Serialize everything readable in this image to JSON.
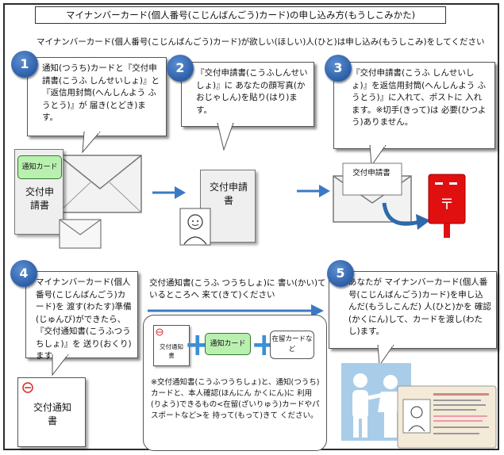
{
  "title": "マイナンバーカード(個人番号(こじんばんごう)カード)の申し込み方(もうしこみかた)",
  "intro": "マイナンバーカード(個人番号(こじんばんごう)カード)が欲しい(ほしい)人(ひと)は申し込み(もうしこみ)をしてください",
  "steps": [
    {
      "num": "1",
      "text": "通知(つうち)カードと『交付申請書(こうふ しんせいしょ)』と『返信用封筒(へんしんよう ふうとう)』が 届き(とどき)ます。"
    },
    {
      "num": "2",
      "text": "『交付申請書(こうふしんせいしょ)』に あなたの顔写真(かおじゃしん)を貼り(はり)ます。"
    },
    {
      "num": "3",
      "text": "『交付申請書(こうふ しんせいしょ)』を返信用封筒(へんしんよう ふうとう)』に入れて、ポストに 入れます。※切手(きって)は 必要(ひつよう)ありません。"
    },
    {
      "num": "4",
      "text": "マイナンバーカード(個人番号(こじんばんごう)カード)を 渡す(わたす)準備(じゅんび)ができたら、『交付通知書(こうふつうちしょ)』を 送り(おくり)ます。"
    },
    {
      "num": "5",
      "text": "あなたが マイナンバーカード(個人番号(こじんばんごう)カード)を申し込んだ(もうしこんだ) 人(ひと)かを 確認(かくにん)して、カードを渡し(わたし)ます。"
    }
  ],
  "labels": {
    "tsuchi_card": "通知カード",
    "kofu_shinseisho": "交付申請書",
    "kofu_tsuchisho": "交付通知書",
    "zairyu_card": "在留カードなど"
  },
  "mid_arrow_text": "交付通知書(こうふ つうちしょ)に 書い(かい)ているところへ 来て(きて)ください",
  "bring_note": "※交付通知書(こうふつうちしょ)と、通知(つうち)カードと、本人確認(ほんにん かくにん)に 利用(りよう)できるもの<在留(ざいりゅう)カードやパスポートなど>を 持って(もって)きて ください。",
  "colors": {
    "accent_blue": "#2c5ea8",
    "arrow_blue": "#3b79c4",
    "post_red": "#e01010",
    "green_card": "#b9f0b0"
  }
}
